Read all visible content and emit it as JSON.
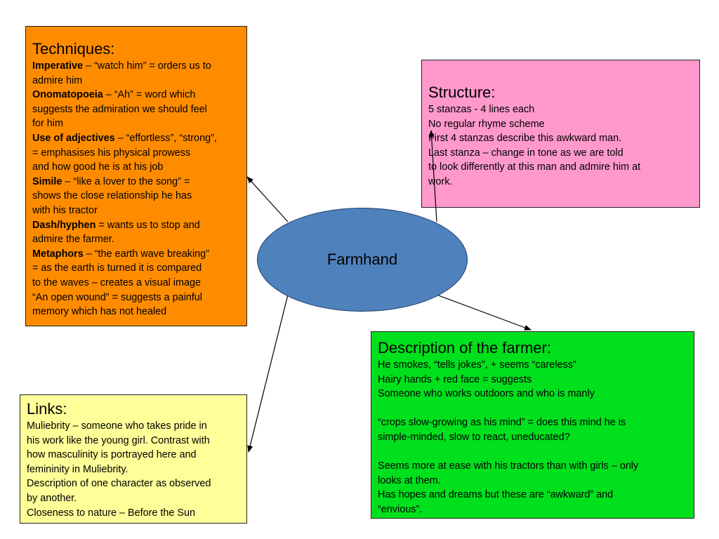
{
  "center": {
    "label": "Farmhand"
  },
  "techniques": {
    "heading": "Techniques:",
    "lines": [
      {
        "bold": "Imperative",
        "text": " – “watch him” = orders us to"
      },
      {
        "bold": "",
        "text": "admire him"
      },
      {
        "bold": "Onomatopoeia",
        "text": " – “Ah” = word which"
      },
      {
        "bold": "",
        "text": "suggests the admiration we should feel"
      },
      {
        "bold": "",
        "text": "for him"
      },
      {
        "bold": "Use of adjectives",
        "text": " – “effortless”, “strong”,"
      },
      {
        "bold": "",
        "text": "= emphasises his physical prowess"
      },
      {
        "bold": "",
        "text": "and how good he is at his job"
      },
      {
        "bold": "Simile",
        "text": " – “like a lover to the song” ="
      },
      {
        "bold": "",
        "text": "shows the close relationship he has"
      },
      {
        "bold": "",
        "text": "with his tractor"
      },
      {
        "bold": "Dash/hyphen",
        "text": " = wants us to stop and"
      },
      {
        "bold": "",
        "text": "admire the farmer."
      },
      {
        "bold": "Metaphors",
        "text": " – “the earth wave breaking”"
      },
      {
        "bold": "",
        "text": "= as the earth is turned it is compared"
      },
      {
        "bold": "",
        "text": "to the waves – creates a visual image"
      },
      {
        "bold": "",
        "text": "“An open wound” = suggests a painful"
      },
      {
        "bold": "",
        "text": "memory which has not healed"
      }
    ]
  },
  "structure": {
    "heading": "Structure:",
    "lines": [
      "5 stanzas - 4 lines each",
      "No regular rhyme scheme",
      "First 4 stanzas describe this awkward man.",
      "Last stanza – change in tone as we are told",
      "to look differently at this man and admire him at",
      "work."
    ]
  },
  "description": {
    "heading": "Description of the farmer:",
    "lines": [
      "He smokes, “tells jokes”, + seems “careless”",
      "Hairy hands + red face = suggests",
      "Someone who works outdoors and who is manly",
      "",
      "“crops slow-growing as his mind” = does this mind he is",
      "simple-minded, slow to react, uneducated?",
      "",
      "Seems more at ease with his tractors than with girls – only",
      "looks at them.",
      "Has hopes and dreams but these are “awkward” and",
      "“envious”."
    ]
  },
  "links": {
    "heading": "Links:",
    "lines": [
      "Muliebrity – someone who takes pride in",
      "his work like the young girl. Contrast with",
      "how masculinity is portrayed here and",
      "femininity in Muliebrity.",
      "Description of one character as observed",
      "by another.",
      "Closeness to nature – Before the Sun"
    ]
  }
}
